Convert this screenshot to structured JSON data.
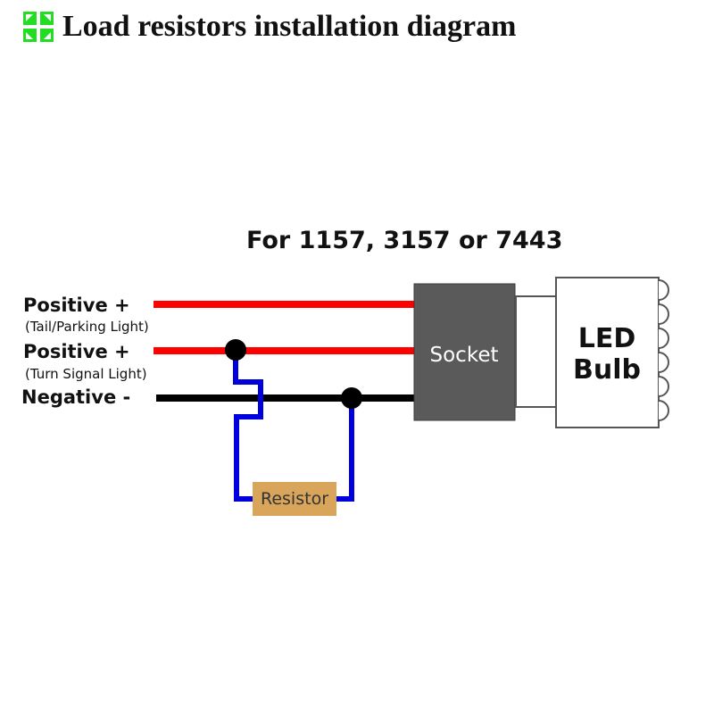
{
  "header": {
    "icon": "expand-arrows-icon",
    "title": "Load resistors installation diagram"
  },
  "diagram": {
    "subtitle": "For 1157, 3157 or 7443",
    "wires": [
      {
        "label": "Positive +",
        "sublabel": "(Tail/Parking Light)",
        "color": "#ff0000"
      },
      {
        "label": "Positive +",
        "sublabel": "(Turn Signal Light)",
        "color": "#ff0000"
      },
      {
        "label": "Negative -",
        "sublabel": "",
        "color": "#000000"
      }
    ],
    "socket_label": "Socket",
    "bulb_label_line1": "LED",
    "bulb_label_line2": "Bulb",
    "resistor_label": "Resistor",
    "colors": {
      "positive_wire": "#ff0000",
      "negative_wire": "#000000",
      "resistor_lead": "#0000dd",
      "socket": "#5a5a5a",
      "resistor_body": "#d8a55a",
      "icon_green": "#22dd22"
    }
  }
}
